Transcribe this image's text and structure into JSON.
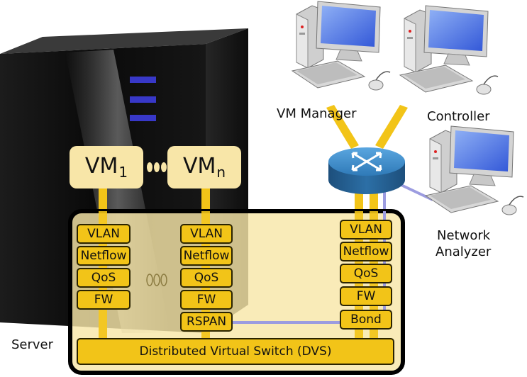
{
  "labels": {
    "vm_manager": "VM Manager",
    "controller": "Controller",
    "network_analyzer_line1": "Network",
    "network_analyzer_line2": "Analyzer",
    "server": "Server",
    "dvs": "Distributed Virtual Switch (DVS)",
    "ellipsis_vms": "●●●",
    "ellipsis_modules": "0 0 0"
  },
  "vms": {
    "vm1": {
      "base": "VM",
      "sub": "1"
    },
    "vmn": {
      "base": "VM",
      "sub": "n"
    }
  },
  "modules": {
    "col1": [
      "VLAN",
      "Netflow",
      "QoS",
      "FW"
    ],
    "col2": [
      "VLAN",
      "Netflow",
      "QoS",
      "FW",
      "RSPAN"
    ],
    "col3": [
      "VLAN",
      "Netflow",
      "QoS",
      "FW",
      "Bond"
    ]
  },
  "colors": {
    "link_yellow": "#f2c418",
    "mirror_purple": "#9c9ce0",
    "router_blue": "#2f7ab8",
    "server_black": "#0d0d0d"
  }
}
